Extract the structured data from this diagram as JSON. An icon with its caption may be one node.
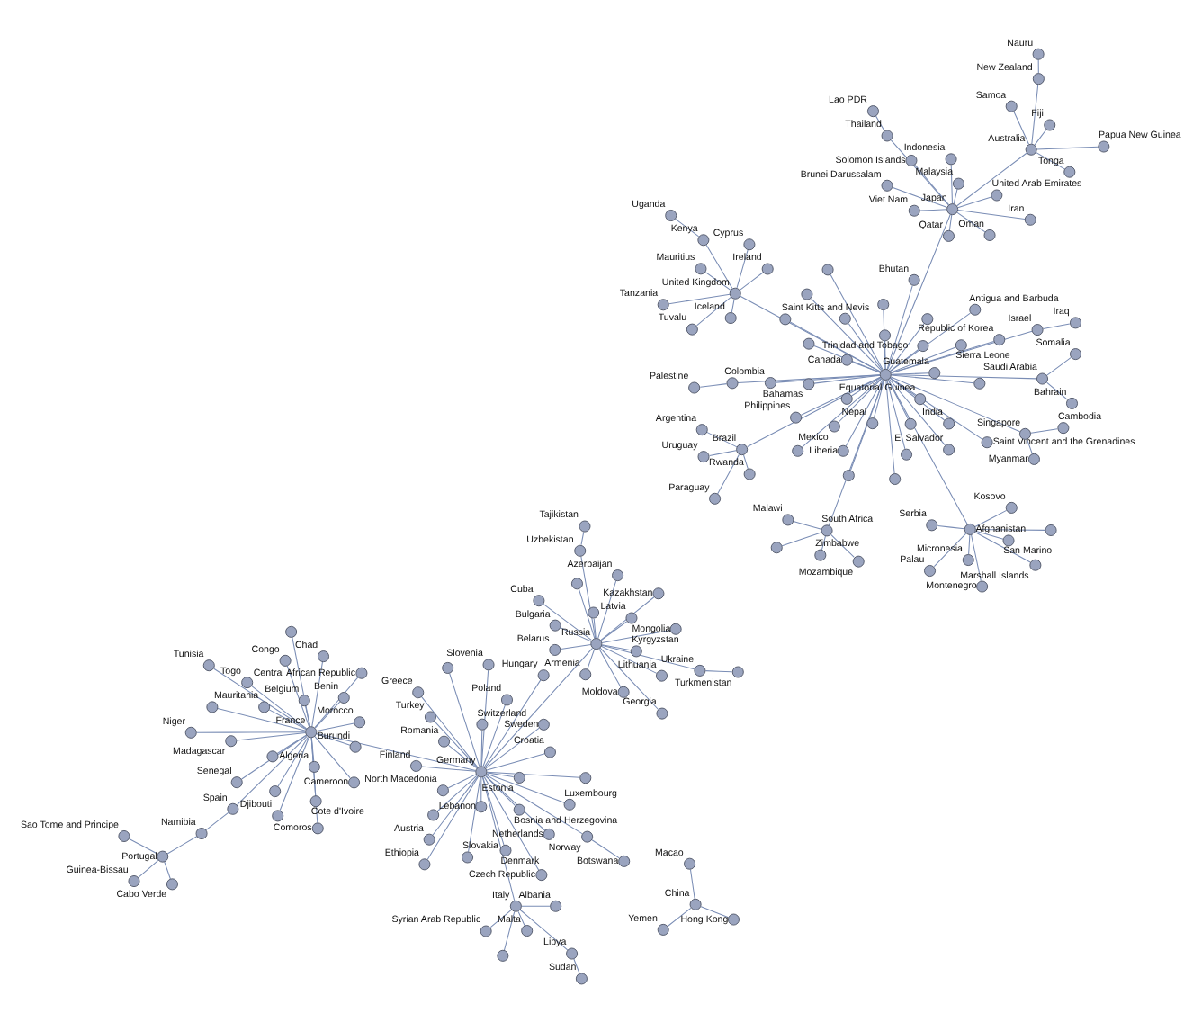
{
  "diagram": {
    "nodes": [
      {
        "text": [],
        "shape": "circle",
        "beside": [
          "Sudan"
        ]
      },
      {
        "text": [],
        "shape": "circle",
        "beside": [
          "Libya"
        ]
      },
      {
        "text": [],
        "shape": "circle",
        "beside": [
          "Malta"
        ]
      },
      {
        "text": [],
        "shape": "circle",
        "beside": [
          "Syrian Arab Republic"
        ]
      },
      {
        "text": [],
        "shape": "circle",
        "beside": [
          "Albania"
        ]
      },
      {
        "text": [],
        "shape": "circle"
      },
      {
        "text": [],
        "shape": "circle",
        "beside": [
          "Italy"
        ]
      },
      {
        "text": [],
        "shape": "circle",
        "beside": [
          "Estonia"
        ]
      },
      {
        "text": [],
        "shape": "circle",
        "beside": [
          "Slovakia"
        ]
      },
      {
        "text": [],
        "shape": "circle",
        "beside": [
          "Bosnia and Herzegovina"
        ]
      },
      {
        "text": [],
        "shape": "circle",
        "beside": [
          "Czech Republic"
        ]
      },
      {
        "text": [],
        "shape": "circle",
        "beside": [
          "Finland"
        ]
      },
      {
        "text": [],
        "shape": "circle",
        "beside": [
          "Luxembourg"
        ]
      },
      {
        "text": [],
        "shape": "circle",
        "beside": [
          "Croatia"
        ]
      },
      {
        "text": [],
        "shape": "circle",
        "beside": [
          "Slovenia"
        ]
      },
      {
        "text": [],
        "shape": "circle",
        "beside": [
          "Lebanon"
        ]
      },
      {
        "text": [],
        "shape": "circle",
        "beside": [
          "Netherlands"
        ]
      },
      {
        "text": [],
        "shape": "circle",
        "beside": [
          "Turkey"
        ]
      },
      {
        "text": [],
        "shape": "circle",
        "beside": [
          "Greece"
        ]
      },
      {
        "text": [],
        "shape": "circle",
        "beside": [
          "Romania"
        ]
      },
      {
        "text": [],
        "shape": "circle",
        "beside": [
          "Germany"
        ]
      },
      {
        "text": [],
        "shape": "circle",
        "beside": [
          "Austria"
        ]
      },
      {
        "text": [],
        "shape": "circle",
        "beside": [
          "Poland"
        ]
      },
      {
        "text": [],
        "shape": "circle",
        "beside": [
          "Hungary"
        ]
      },
      {
        "text": [],
        "shape": "circle",
        "beside": [
          "Switzerland"
        ]
      },
      {
        "text": [],
        "shape": "circle",
        "beside": [
          "Denmark"
        ]
      },
      {
        "text": [],
        "shape": "circle",
        "beside": [
          "Sweden"
        ]
      },
      {
        "text": [],
        "shape": "circle",
        "beside": [
          "Ethiopia"
        ]
      },
      {
        "text": [],
        "shape": "circle",
        "beside": [
          "North Macedonia"
        ]
      },
      {
        "text": [],
        "shape": "circle",
        "beside": [
          "Norway"
        ]
      },
      {
        "text": [],
        "shape": "circle",
        "beside": [
          "Botswana"
        ]
      },
      {
        "text": [],
        "shape": "circle"
      },
      {
        "text": [],
        "shape": "circle"
      },
      {
        "text": [],
        "shape": "circle"
      },
      {
        "text": [],
        "shape": "circle",
        "beside": [
          "Bulgaria"
        ]
      },
      {
        "text": [],
        "shape": "circle",
        "beside": [
          "Georgia"
        ]
      },
      {
        "text": [],
        "shape": "circle",
        "beside": [
          "Moldova"
        ]
      },
      {
        "text": [],
        "shape": "circle",
        "beside": [
          "Azerbaijan"
        ]
      },
      {
        "text": [],
        "shape": "circle",
        "beside": [
          "Belarus"
        ]
      },
      {
        "text": [],
        "shape": "circle",
        "beside": [
          "Russia"
        ]
      },
      {
        "text": [],
        "shape": "circle",
        "beside": [
          "Tajikistan"
        ]
      },
      {
        "text": [],
        "shape": "circle",
        "beside": [
          "Uzbekistan"
        ]
      },
      {
        "text": [],
        "shape": "circle",
        "beside": [
          "Cuba"
        ]
      },
      {
        "text": [],
        "shape": "circle",
        "beside": [
          "Latvia"
        ]
      },
      {
        "text": [],
        "shape": "circle",
        "beside": [
          "Mongolia"
        ]
      },
      {
        "text": [],
        "shape": "circle",
        "beside": [
          "Armenia"
        ]
      },
      {
        "text": [],
        "shape": "circle",
        "beside": [
          "Lithuania"
        ]
      },
      {
        "text": [],
        "shape": "circle",
        "beside": [
          "Ukraine"
        ]
      },
      {
        "text": [],
        "shape": "circle",
        "beside": [
          "Kyrgyzstan"
        ]
      },
      {
        "text": [],
        "shape": "circle",
        "beside": [
          "Kazakhstan"
        ]
      },
      {
        "text": [],
        "shape": "circle",
        "beside": [
          "Turkmenistan"
        ]
      },
      {
        "text": [],
        "shape": "circle"
      },
      {
        "text": [],
        "shape": "circle"
      },
      {
        "text": [],
        "shape": "circle",
        "beside": [
          "Benin"
        ]
      },
      {
        "text": [],
        "shape": "circle",
        "beside": [
          "Congo"
        ]
      },
      {
        "text": [],
        "shape": "circle",
        "beside": [
          "Cote d'Ivoire"
        ]
      },
      {
        "text": [],
        "shape": "circle",
        "beside": [
          "Niger"
        ]
      },
      {
        "text": [],
        "shape": "circle",
        "beside": [
          "Belgium"
        ]
      },
      {
        "text": [],
        "shape": "circle",
        "beside": [
          "Central African Republic"
        ]
      },
      {
        "text": [],
        "shape": "circle",
        "beside": [
          "Mauritania"
        ]
      },
      {
        "text": [],
        "shape": "circle",
        "beside": [
          "Tunisia"
        ]
      },
      {
        "text": [],
        "shape": "circle",
        "beside": [
          "France"
        ]
      },
      {
        "text": [],
        "shape": "circle",
        "beside": [
          "Algeria"
        ]
      },
      {
        "text": [],
        "shape": "circle",
        "beside": [
          "Chad"
        ]
      },
      {
        "text": [],
        "shape": "circle",
        "beside": [
          "Cameroon"
        ]
      },
      {
        "text": [],
        "shape": "circle",
        "beside": [
          "Spain"
        ]
      },
      {
        "text": [],
        "shape": "circle",
        "beside": [
          "Namibia"
        ]
      },
      {
        "text": [],
        "shape": "circle",
        "beside": [
          "Portugal"
        ]
      },
      {
        "text": [],
        "shape": "circle",
        "beside": [
          "Cabo Verde"
        ]
      },
      {
        "text": [],
        "shape": "circle",
        "beside": [
          "Sao Tome and Principe"
        ]
      },
      {
        "text": [],
        "shape": "circle",
        "beside": [
          "Djibouti"
        ]
      },
      {
        "text": [],
        "shape": "circle",
        "beside": [
          "Morocco"
        ]
      },
      {
        "text": [],
        "shape": "circle",
        "beside": [
          "Togo"
        ]
      },
      {
        "text": [],
        "shape": "circle",
        "beside": [
          "Madagascar"
        ]
      },
      {
        "text": [],
        "shape": "circle",
        "beside": [
          "Guinea-Bissau"
        ]
      },
      {
        "text": [],
        "shape": "circle",
        "beside": [
          "Comoros"
        ]
      },
      {
        "text": [],
        "shape": "circle",
        "beside": [
          "Burundi"
        ]
      },
      {
        "text": [],
        "shape": "circle",
        "beside": [
          "Senegal"
        ]
      },
      {
        "text": [],
        "shape": "circle"
      },
      {
        "text": [],
        "shape": "circle"
      },
      {
        "text": [],
        "shape": "circle"
      },
      {
        "text": [],
        "shape": "circle"
      },
      {
        "text": [],
        "shape": "circle",
        "beside": [
          "Yemen"
        ]
      },
      {
        "text": [],
        "shape": "circle",
        "beside": [
          "Hong Kong"
        ]
      },
      {
        "text": [],
        "shape": "circle",
        "beside": [
          "China"
        ]
      },
      {
        "text": [],
        "shape": "circle",
        "beside": [
          "Macao"
        ]
      },
      {
        "text": [],
        "shape": "circle",
        "beside": [
          "Malawi"
        ]
      },
      {
        "text": [],
        "shape": "circle",
        "beside": [
          "Mozambique"
        ]
      },
      {
        "text": [],
        "shape": "circle",
        "beside": [
          "Zimbabwe"
        ]
      },
      {
        "text": [],
        "shape": "circle"
      },
      {
        "text": [],
        "shape": "circle",
        "beside": [
          "Somalia"
        ]
      },
      {
        "text": [],
        "shape": "circle",
        "beside": [
          "Bahrain"
        ]
      },
      {
        "text": [],
        "shape": "circle",
        "beside": [
          "Serbia"
        ]
      },
      {
        "text": [],
        "shape": "circle",
        "beside": [
          "Marshall Islands"
        ]
      },
      {
        "text": [],
        "shape": "circle",
        "beside": [
          "Micronesia"
        ]
      },
      {
        "text": [],
        "shape": "circle",
        "beside": [
          "Montenegro"
        ]
      },
      {
        "text": [],
        "shape": "circle",
        "beside": [
          "San Marino"
        ]
      },
      {
        "text": [],
        "shape": "circle",
        "beside": [
          "Palau"
        ]
      },
      {
        "text": [],
        "shape": "circle",
        "beside": [
          "Kosovo"
        ]
      },
      {
        "text": [],
        "shape": "circle",
        "beside": [
          "Afghanistan"
        ]
      },
      {
        "text": [],
        "shape": "circle"
      },
      {
        "text": [],
        "shape": "circle",
        "beside": [
          "South Africa"
        ]
      },
      {
        "text": [],
        "shape": "circle",
        "beside": [
          "Saudi Arabia"
        ]
      },
      {
        "text": [],
        "shape": "circle",
        "beside": [
          "Fiji"
        ]
      },
      {
        "text": [],
        "shape": "circle",
        "beside": [
          "Viet Nam"
        ]
      },
      {
        "text": [],
        "shape": "circle",
        "beside": [
          "Indonesia"
        ]
      },
      {
        "text": [],
        "shape": "circle",
        "beside": [
          "Samoa"
        ]
      },
      {
        "text": [],
        "shape": "circle",
        "beside": [
          "New Zealand"
        ]
      },
      {
        "text": [],
        "shape": "circle",
        "beside": [
          "Nauru"
        ]
      },
      {
        "text": [],
        "shape": "circle",
        "beside": [
          "Australia"
        ]
      },
      {
        "text": [],
        "shape": "circle",
        "beside": [
          "Tonga"
        ]
      },
      {
        "text": [],
        "shape": "circle",
        "beside": [
          "Papua New Guinea"
        ]
      },
      {
        "text": [],
        "shape": "circle",
        "beside": [
          "United Arab Emirates"
        ]
      },
      {
        "text": [],
        "shape": "circle",
        "beside": [
          "Solomon Islands"
        ]
      },
      {
        "text": [],
        "shape": "circle",
        "beside": [
          "Japan"
        ]
      },
      {
        "text": [],
        "shape": "circle",
        "beside": [
          "Qatar"
        ]
      },
      {
        "text": [],
        "shape": "circle",
        "beside": [
          "Iran"
        ]
      },
      {
        "text": [],
        "shape": "circle",
        "beside": [
          "Oman"
        ]
      },
      {
        "text": [],
        "shape": "circle",
        "beside": [
          "Brunei Darussalam"
        ]
      },
      {
        "text": [],
        "shape": "circle",
        "beside": [
          "Thailand"
        ]
      },
      {
        "text": [],
        "shape": "circle",
        "beside": [
          "Malaysia"
        ]
      },
      {
        "text": [],
        "shape": "circle",
        "beside": [
          "Lao PDR"
        ]
      },
      {
        "text": [],
        "shape": "circle",
        "beside": [
          "Nepal"
        ]
      },
      {
        "text": [],
        "shape": "circle",
        "beside": [
          "Bhutan"
        ]
      },
      {
        "text": [],
        "shape": "circle",
        "beside": [
          "Bahamas"
        ]
      },
      {
        "text": [],
        "shape": "circle",
        "beside": [
          "Colombia"
        ]
      },
      {
        "text": [],
        "shape": "circle",
        "beside": [
          "Canada"
        ]
      },
      {
        "text": [],
        "shape": "circle",
        "beside": [
          "Saint Kitts and Nevis"
        ]
      },
      {
        "text": [],
        "shape": "circle",
        "beside": [
          "Mexico"
        ]
      },
      {
        "text": [],
        "shape": "circle",
        "beside": [
          "Republic of Korea"
        ]
      },
      {
        "text": [],
        "shape": "circle",
        "beside": [
          "Equatorial Guinea"
        ]
      },
      {
        "text": [],
        "shape": "circle",
        "beside": [
          "Liberia"
        ]
      },
      {
        "text": [],
        "shape": "circle",
        "beside": [
          "India"
        ]
      },
      {
        "text": [],
        "shape": "circle",
        "beside": [
          "Saint Vincent and the Grenadines"
        ]
      },
      {
        "text": [],
        "shape": "circle"
      },
      {
        "text": [],
        "shape": "circle",
        "beside": [
          "Guatemala"
        ]
      },
      {
        "text": [],
        "shape": "circle",
        "beside": [
          "Philippines"
        ]
      },
      {
        "text": [],
        "shape": "circle",
        "beside": [
          "Sierra Leone"
        ]
      },
      {
        "text": [],
        "shape": "circle",
        "beside": [
          "Antigua and Barbuda"
        ]
      },
      {
        "text": [],
        "shape": "circle",
        "beside": [
          "Trinidad and Tobago"
        ]
      },
      {
        "text": [],
        "shape": "circle",
        "beside": [
          "Israel"
        ]
      },
      {
        "text": [],
        "shape": "circle",
        "beside": [
          "Iraq"
        ]
      },
      {
        "text": [],
        "shape": "circle",
        "beside": [
          "Singapore"
        ]
      },
      {
        "text": [],
        "shape": "circle",
        "beside": [
          "Palestine"
        ]
      },
      {
        "text": [],
        "shape": "circle",
        "beside": [
          "Ireland"
        ]
      },
      {
        "text": [],
        "shape": "circle",
        "beside": [
          "United Kingdom"
        ]
      },
      {
        "text": [],
        "shape": "circle",
        "beside": [
          "Mauritius"
        ]
      },
      {
        "text": [],
        "shape": "circle",
        "beside": [
          "Cyprus"
        ]
      },
      {
        "text": [],
        "shape": "circle",
        "beside": [
          "Tanzania"
        ]
      },
      {
        "text": [],
        "shape": "circle",
        "beside": [
          "Kenya"
        ]
      },
      {
        "text": [],
        "shape": "circle",
        "beside": [
          "Iceland"
        ]
      },
      {
        "text": [],
        "shape": "circle",
        "beside": [
          "Tuvalu"
        ]
      },
      {
        "text": [],
        "shape": "circle",
        "beside": [
          "Uganda"
        ]
      },
      {
        "text": [],
        "shape": "circle",
        "beside": [
          "Cambodia"
        ]
      },
      {
        "text": [],
        "shape": "circle",
        "beside": [
          "Myanmar"
        ]
      },
      {
        "text": [],
        "shape": "circle",
        "beside": [
          "Brazil"
        ]
      },
      {
        "text": [],
        "shape": "circle",
        "beside": [
          "Rwanda"
        ]
      },
      {
        "text": [],
        "shape": "circle",
        "beside": [
          "Argentina"
        ]
      },
      {
        "text": [],
        "shape": "circle",
        "beside": [
          "Uruguay"
        ]
      },
      {
        "text": [],
        "shape": "circle",
        "beside": [
          "Paraguay"
        ]
      },
      {
        "text": [],
        "shape": "circle"
      },
      {
        "text": [],
        "shape": "circle",
        "beside": [
          "El Salvador"
        ]
      },
      {
        "text": [],
        "shape": "circle"
      },
      {
        "text": [],
        "shape": "circle"
      },
      {
        "text": [],
        "shape": "circle"
      },
      {
        "text": [],
        "shape": "circle"
      },
      {
        "text": [],
        "shape": "circle"
      },
      {
        "text": [],
        "shape": "circle"
      },
      {
        "text": [],
        "shape": "circle"
      },
      {
        "text": [],
        "shape": "circle"
      },
      {
        "text": [],
        "shape": "circle"
      },
      {
        "text": [],
        "shape": "circle"
      },
      {
        "text": [],
        "shape": "circle"
      },
      {
        "text": [],
        "shape": "circle"
      },
      {
        "text": [],
        "shape": "circle"
      },
      {
        "text": [],
        "shape": "circle"
      }
    ],
    "edges": [
      {
        "from": 0,
        "to": 1,
        "arrow": "none"
      },
      {
        "from": 1,
        "to": 6,
        "arrow": "none"
      },
      {
        "from": 2,
        "to": 6,
        "arrow": "none"
      },
      {
        "from": 3,
        "to": 6,
        "arrow": "none"
      },
      {
        "from": 4,
        "to": 6,
        "arrow": "none"
      },
      {
        "from": 5,
        "to": 6,
        "arrow": "none"
      },
      {
        "from": 6,
        "to": 20,
        "arrow": "none"
      },
      {
        "from": 7,
        "to": 20,
        "arrow": "none"
      },
      {
        "from": 8,
        "to": 20,
        "arrow": "none"
      },
      {
        "from": 9,
        "to": 20,
        "arrow": "none"
      },
      {
        "from": 10,
        "to": 20,
        "arrow": "none"
      },
      {
        "from": 11,
        "to": 20,
        "arrow": "none"
      },
      {
        "from": 12,
        "to": 20,
        "arrow": "none"
      },
      {
        "from": 13,
        "to": 20,
        "arrow": "none"
      },
      {
        "from": 14,
        "to": 20,
        "arrow": "none"
      },
      {
        "from": 15,
        "to": 20,
        "arrow": "none"
      },
      {
        "from": 16,
        "to": 20,
        "arrow": "none"
      },
      {
        "from": 17,
        "to": 20,
        "arrow": "none"
      },
      {
        "from": 18,
        "to": 20,
        "arrow": "none"
      },
      {
        "from": 19,
        "to": 20,
        "arrow": "none"
      },
      {
        "from": 21,
        "to": 20,
        "arrow": "none"
      },
      {
        "from": 22,
        "to": 20,
        "arrow": "none"
      },
      {
        "from": 23,
        "to": 20,
        "arrow": "none"
      },
      {
        "from": 24,
        "to": 20,
        "arrow": "none"
      },
      {
        "from": 25,
        "to": 20,
        "arrow": "none"
      },
      {
        "from": 26,
        "to": 20,
        "arrow": "none"
      },
      {
        "from": 27,
        "to": 20,
        "arrow": "none"
      },
      {
        "from": 28,
        "to": 20,
        "arrow": "none"
      },
      {
        "from": 29,
        "to": 20,
        "arrow": "none"
      },
      {
        "from": 30,
        "to": 29,
        "arrow": "none"
      },
      {
        "from": 31,
        "to": 20,
        "arrow": "none"
      },
      {
        "from": 32,
        "to": 20,
        "arrow": "none"
      },
      {
        "from": 33,
        "to": 20,
        "arrow": "none"
      },
      {
        "from": 34,
        "to": 39,
        "arrow": "none"
      },
      {
        "from": 35,
        "to": 39,
        "arrow": "none"
      },
      {
        "from": 36,
        "to": 39,
        "arrow": "none"
      },
      {
        "from": 37,
        "to": 39,
        "arrow": "none"
      },
      {
        "from": 38,
        "to": 39,
        "arrow": "none"
      },
      {
        "from": 40,
        "to": 41,
        "arrow": "none"
      },
      {
        "from": 41,
        "to": 39,
        "arrow": "none"
      },
      {
        "from": 42,
        "to": 39,
        "arrow": "none"
      },
      {
        "from": 43,
        "to": 39,
        "arrow": "none"
      },
      {
        "from": 44,
        "to": 39,
        "arrow": "none"
      },
      {
        "from": 45,
        "to": 39,
        "arrow": "none"
      },
      {
        "from": 46,
        "to": 39,
        "arrow": "none"
      },
      {
        "from": 47,
        "to": 39,
        "arrow": "none"
      },
      {
        "from": 48,
        "to": 39,
        "arrow": "none"
      },
      {
        "from": 49,
        "to": 39,
        "arrow": "none"
      },
      {
        "from": 50,
        "to": 47,
        "arrow": "none"
      },
      {
        "from": 51,
        "to": 39,
        "arrow": "none"
      },
      {
        "from": 52,
        "to": 39,
        "arrow": "none"
      },
      {
        "from": 39,
        "to": 20,
        "arrow": "none"
      },
      {
        "from": 20,
        "to": 61,
        "arrow": "none"
      },
      {
        "from": 53,
        "to": 61,
        "arrow": "none"
      },
      {
        "from": 54,
        "to": 61,
        "arrow": "none"
      },
      {
        "from": 55,
        "to": 61,
        "arrow": "none"
      },
      {
        "from": 56,
        "to": 61,
        "arrow": "none"
      },
      {
        "from": 57,
        "to": 61,
        "arrow": "none"
      },
      {
        "from": 58,
        "to": 61,
        "arrow": "none"
      },
      {
        "from": 59,
        "to": 61,
        "arrow": "none"
      },
      {
        "from": 60,
        "to": 61,
        "arrow": "none"
      },
      {
        "from": 62,
        "to": 61,
        "arrow": "none"
      },
      {
        "from": 63,
        "to": 61,
        "arrow": "none"
      },
      {
        "from": 64,
        "to": 61,
        "arrow": "none"
      },
      {
        "from": 61,
        "to": 65,
        "arrow": "none"
      },
      {
        "from": 65,
        "to": 66,
        "arrow": "none"
      },
      {
        "from": 66,
        "to": 67,
        "arrow": "none"
      },
      {
        "from": 67,
        "to": 68,
        "arrow": "none"
      },
      {
        "from": 67,
        "to": 69,
        "arrow": "none"
      },
      {
        "from": 67,
        "to": 74,
        "arrow": "none"
      },
      {
        "from": 70,
        "to": 61,
        "arrow": "none"
      },
      {
        "from": 71,
        "to": 61,
        "arrow": "none"
      },
      {
        "from": 72,
        "to": 61,
        "arrow": "none"
      },
      {
        "from": 73,
        "to": 61,
        "arrow": "none"
      },
      {
        "from": 75,
        "to": 61,
        "arrow": "none"
      },
      {
        "from": 76,
        "to": 61,
        "arrow": "none"
      },
      {
        "from": 77,
        "to": 61,
        "arrow": "none"
      },
      {
        "from": 78,
        "to": 61,
        "arrow": "none"
      },
      {
        "from": 79,
        "to": 61,
        "arrow": "none"
      },
      {
        "from": 80,
        "to": 61,
        "arrow": "none"
      },
      {
        "from": 81,
        "to": 61,
        "arrow": "none"
      },
      {
        "from": 82,
        "to": 84,
        "arrow": "none"
      },
      {
        "from": 83,
        "to": 84,
        "arrow": "none"
      },
      {
        "from": 85,
        "to": 84,
        "arrow": "none"
      },
      {
        "from": 86,
        "to": 101,
        "arrow": "none"
      },
      {
        "from": 87,
        "to": 101,
        "arrow": "none"
      },
      {
        "from": 88,
        "to": 101,
        "arrow": "none"
      },
      {
        "from": 89,
        "to": 101,
        "arrow": "none"
      },
      {
        "from": 101,
        "to": 134,
        "arrow": "none"
      },
      {
        "from": 90,
        "to": 102,
        "arrow": "none"
      },
      {
        "from": 91,
        "to": 102,
        "arrow": "none"
      },
      {
        "from": 102,
        "to": 134,
        "arrow": "none"
      },
      {
        "from": 92,
        "to": 99,
        "arrow": "none"
      },
      {
        "from": 93,
        "to": 99,
        "arrow": "none"
      },
      {
        "from": 94,
        "to": 99,
        "arrow": "none"
      },
      {
        "from": 95,
        "to": 99,
        "arrow": "none"
      },
      {
        "from": 96,
        "to": 99,
        "arrow": "none"
      },
      {
        "from": 97,
        "to": 99,
        "arrow": "none"
      },
      {
        "from": 98,
        "to": 99,
        "arrow": "none"
      },
      {
        "from": 100,
        "to": 99,
        "arrow": "none"
      },
      {
        "from": 99,
        "to": 134,
        "arrow": "none"
      },
      {
        "from": 103,
        "to": 109,
        "arrow": "none"
      },
      {
        "from": 106,
        "to": 109,
        "arrow": "none"
      },
      {
        "from": 108,
        "to": 107,
        "arrow": "none"
      },
      {
        "from": 107,
        "to": 109,
        "arrow": "none"
      },
      {
        "from": 110,
        "to": 109,
        "arrow": "none"
      },
      {
        "from": 111,
        "to": 109,
        "arrow": "none"
      },
      {
        "from": 109,
        "to": 114,
        "arrow": "none"
      },
      {
        "from": 104,
        "to": 114,
        "arrow": "none"
      },
      {
        "from": 105,
        "to": 114,
        "arrow": "none"
      },
      {
        "from": 112,
        "to": 114,
        "arrow": "none"
      },
      {
        "from": 113,
        "to": 114,
        "arrow": "none"
      },
      {
        "from": 115,
        "to": 114,
        "arrow": "none"
      },
      {
        "from": 116,
        "to": 114,
        "arrow": "none"
      },
      {
        "from": 117,
        "to": 114,
        "arrow": "none"
      },
      {
        "from": 118,
        "to": 114,
        "arrow": "none"
      },
      {
        "from": 119,
        "to": 114,
        "arrow": "none"
      },
      {
        "from": 121,
        "to": 119,
        "arrow": "none"
      },
      {
        "from": 120,
        "to": 114,
        "arrow": "none"
      },
      {
        "from": 114,
        "to": 134,
        "arrow": "none"
      },
      {
        "from": 122,
        "to": 134,
        "arrow": "none"
      },
      {
        "from": 123,
        "to": 134,
        "arrow": "none"
      },
      {
        "from": 124,
        "to": 134,
        "arrow": "none"
      },
      {
        "from": 125,
        "to": 134,
        "arrow": "none"
      },
      {
        "from": 126,
        "to": 134,
        "arrow": "none"
      },
      {
        "from": 127,
        "to": 134,
        "arrow": "none"
      },
      {
        "from": 128,
        "to": 134,
        "arrow": "none"
      },
      {
        "from": 129,
        "to": 134,
        "arrow": "none"
      },
      {
        "from": 130,
        "to": 134,
        "arrow": "none"
      },
      {
        "from": 131,
        "to": 134,
        "arrow": "none"
      },
      {
        "from": 132,
        "to": 134,
        "arrow": "none"
      },
      {
        "from": 133,
        "to": 134,
        "arrow": "none"
      },
      {
        "from": 135,
        "to": 134,
        "arrow": "none"
      },
      {
        "from": 136,
        "to": 134,
        "arrow": "none"
      },
      {
        "from": 137,
        "to": 134,
        "arrow": "none"
      },
      {
        "from": 138,
        "to": 134,
        "arrow": "none"
      },
      {
        "from": 139,
        "to": 134,
        "arrow": "none"
      },
      {
        "from": 140,
        "to": 134,
        "arrow": "none"
      },
      {
        "from": 141,
        "to": 140,
        "arrow": "none"
      },
      {
        "from": 142,
        "to": 134,
        "arrow": "none"
      },
      {
        "from": 153,
        "to": 142,
        "arrow": "none"
      },
      {
        "from": 154,
        "to": 142,
        "arrow": "none"
      },
      {
        "from": 143,
        "to": 160,
        "arrow": "none"
      },
      {
        "from": 160,
        "to": 134,
        "arrow": "none"
      },
      {
        "from": 145,
        "to": 134,
        "arrow": "none"
      },
      {
        "from": 144,
        "to": 145,
        "arrow": "none"
      },
      {
        "from": 146,
        "to": 145,
        "arrow": "none"
      },
      {
        "from": 147,
        "to": 145,
        "arrow": "none"
      },
      {
        "from": 148,
        "to": 145,
        "arrow": "none"
      },
      {
        "from": 149,
        "to": 145,
        "arrow": "none"
      },
      {
        "from": 150,
        "to": 145,
        "arrow": "none"
      },
      {
        "from": 151,
        "to": 145,
        "arrow": "none"
      },
      {
        "from": 152,
        "to": 149,
        "arrow": "none"
      },
      {
        "from": 155,
        "to": 134,
        "arrow": "none"
      },
      {
        "from": 156,
        "to": 155,
        "arrow": "none"
      },
      {
        "from": 157,
        "to": 155,
        "arrow": "none"
      },
      {
        "from": 158,
        "to": 155,
        "arrow": "none"
      },
      {
        "from": 159,
        "to": 155,
        "arrow": "none"
      },
      {
        "from": 161,
        "to": 134,
        "arrow": "none"
      },
      {
        "from": 162,
        "to": 134,
        "arrow": "none"
      },
      {
        "from": 163,
        "to": 134,
        "arrow": "none"
      },
      {
        "from": 164,
        "to": 134,
        "arrow": "none"
      },
      {
        "from": 165,
        "to": 134,
        "arrow": "none"
      },
      {
        "from": 166,
        "to": 134,
        "arrow": "none"
      },
      {
        "from": 167,
        "to": 134,
        "arrow": "none"
      },
      {
        "from": 168,
        "to": 134,
        "arrow": "none"
      },
      {
        "from": 169,
        "to": 134,
        "arrow": "none"
      },
      {
        "from": 170,
        "to": 134,
        "arrow": "none"
      },
      {
        "from": 171,
        "to": 134,
        "arrow": "none"
      },
      {
        "from": 172,
        "to": 134,
        "arrow": "none"
      },
      {
        "from": 173,
        "to": 134,
        "arrow": "none"
      },
      {
        "from": 174,
        "to": 134,
        "arrow": "none"
      },
      {
        "from": 175,
        "to": 134,
        "arrow": "none"
      }
    ]
  }
}
